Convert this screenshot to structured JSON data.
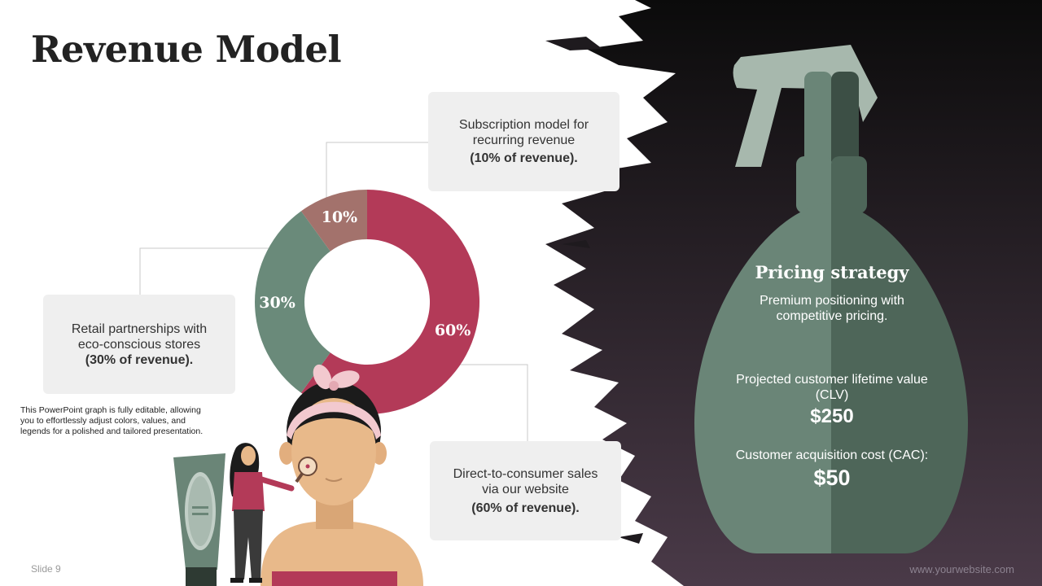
{
  "title": "Revenue Model",
  "callouts": {
    "subscription": {
      "line1": "Subscription model for",
      "line2": "recurring revenue",
      "line3": "(10% of revenue)."
    },
    "retail": {
      "line1": "Retail partnerships with",
      "line2": "eco-conscious stores",
      "line3": "(30% of revenue)."
    },
    "dtc": {
      "line1": "Direct-to-consumer sales",
      "line2": "via our website",
      "line3": "(60% of revenue)."
    }
  },
  "note": "This PowerPoint graph is fully editable, allowing you to effortlessly adjust colors, values, and legends for a polished and tailored presentation.",
  "pricing": {
    "title": "Pricing strategy",
    "subtitle_line1": "Premium positioning with",
    "subtitle_line2": "competitive pricing.",
    "clv_label_line1": "Projected customer lifetime value",
    "clv_label_line2": "(CLV)",
    "clv_value": "$250",
    "cac_label": "Customer acquisition cost (CAC):",
    "cac_value": "$50"
  },
  "footer": {
    "slide": "Slide 9",
    "website": "www.yourwebsite.com"
  },
  "colors": {
    "dtc": "#b33a58",
    "retail": "#6a8a7a",
    "subscription": "#a3726c",
    "bottle_light": "#6a8577",
    "bottle_dark": "#4e6659",
    "bg_dark_top": "#0b0b0b",
    "bg_dark_bottom": "#4a3a48"
  },
  "chart_data": {
    "type": "pie",
    "variant": "donut",
    "categories": [
      "Direct-to-consumer sales",
      "Retail partnerships",
      "Subscription model"
    ],
    "values": [
      60,
      30,
      10
    ],
    "labels": [
      "60%",
      "30%",
      "10%"
    ]
  }
}
